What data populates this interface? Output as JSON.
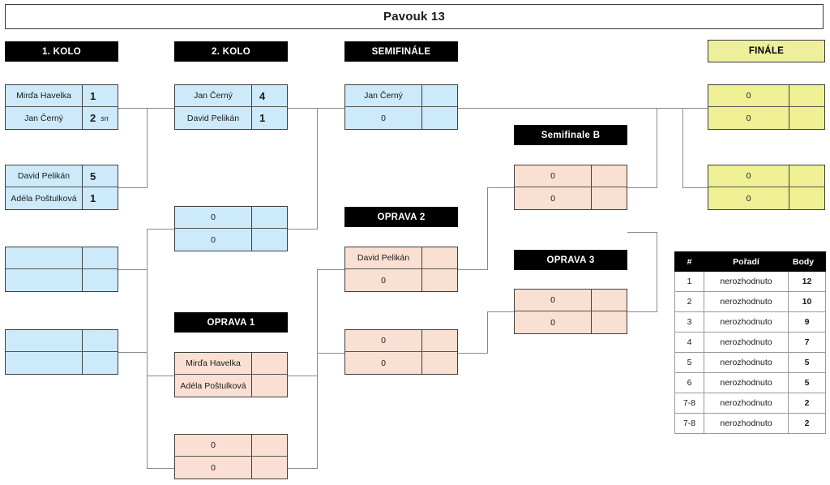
{
  "title": "Pavouk 13",
  "round_headers": [
    {
      "label": "1. KOLO"
    },
    {
      "label": "2. KOLO"
    },
    {
      "label": "SEMIFINÁLE"
    },
    {
      "label": "FINÁLE"
    },
    {
      "label": "Semifinale B"
    },
    {
      "label": "OPRAVA 1"
    },
    {
      "label": "OPRAVA 2"
    },
    {
      "label": "OPRAVA 3"
    }
  ],
  "matches": {
    "r1m1": {
      "top": {
        "name": "Mirďa Havelka",
        "score": "1",
        "note": ""
      },
      "bottom": {
        "name": "Jan Černý",
        "score": "2",
        "note": "sn"
      }
    },
    "r1m2": {
      "top": {
        "name": "David Pelikán",
        "score": "5",
        "note": ""
      },
      "bottom": {
        "name": "Adéla Poštulková",
        "score": "1",
        "note": ""
      }
    },
    "r1m3": {
      "top": {
        "name": "",
        "score": "",
        "note": ""
      },
      "bottom": {
        "name": "",
        "score": "",
        "note": ""
      }
    },
    "r1m4": {
      "top": {
        "name": "",
        "score": "",
        "note": ""
      },
      "bottom": {
        "name": "",
        "score": "",
        "note": ""
      }
    },
    "r2m1": {
      "top": {
        "name": "Jan Černý",
        "score": "4",
        "note": ""
      },
      "bottom": {
        "name": "David Pelikán",
        "score": "1",
        "note": ""
      }
    },
    "r2m2": {
      "top": {
        "name": "0",
        "score": "",
        "note": ""
      },
      "bottom": {
        "name": "0",
        "score": "",
        "note": ""
      }
    },
    "sf1": {
      "top": {
        "name": "Jan Černý",
        "score": "",
        "note": ""
      },
      "bottom": {
        "name": "0",
        "score": "",
        "note": ""
      }
    },
    "sfb": {
      "top": {
        "name": "0",
        "score": "",
        "note": ""
      },
      "bottom": {
        "name": "0",
        "score": "",
        "note": ""
      }
    },
    "fin1": {
      "top": {
        "name": "0",
        "score": "",
        "note": ""
      },
      "bottom": {
        "name": "0",
        "score": "",
        "note": ""
      }
    },
    "fin2": {
      "top": {
        "name": "0",
        "score": "",
        "note": ""
      },
      "bottom": {
        "name": "0",
        "score": "",
        "note": ""
      }
    },
    "op1m1": {
      "top": {
        "name": "Mirďa Havelka",
        "score": "",
        "note": ""
      },
      "bottom": {
        "name": "Adéla Poštulková",
        "score": "",
        "note": ""
      }
    },
    "op1m2": {
      "top": {
        "name": "0",
        "score": "",
        "note": ""
      },
      "bottom": {
        "name": "0",
        "score": "",
        "note": ""
      }
    },
    "op2m1": {
      "top": {
        "name": "David Pelikán",
        "score": "",
        "note": ""
      },
      "bottom": {
        "name": "0",
        "score": "",
        "note": ""
      }
    },
    "op2m2": {
      "top": {
        "name": "0",
        "score": "",
        "note": ""
      },
      "bottom": {
        "name": "0",
        "score": "",
        "note": ""
      }
    },
    "op3m1": {
      "top": {
        "name": "0",
        "score": "",
        "note": ""
      },
      "bottom": {
        "name": "0",
        "score": "",
        "note": ""
      }
    }
  },
  "standings": {
    "columns": [
      "#",
      "Pořadí",
      "Body"
    ],
    "rows": [
      {
        "rank": "1",
        "name": "nerozhodnuto",
        "points": "12"
      },
      {
        "rank": "2",
        "name": "nerozhodnuto",
        "points": "10"
      },
      {
        "rank": "3",
        "name": "nerozhodnuto",
        "points": "9"
      },
      {
        "rank": "4",
        "name": "nerozhodnuto",
        "points": "7"
      },
      {
        "rank": "5",
        "name": "nerozhodnuto",
        "points": "5"
      },
      {
        "rank": "6",
        "name": "nerozhodnuto",
        "points": "5"
      },
      {
        "rank": "7-8",
        "name": "nerozhodnuto",
        "points": "2"
      },
      {
        "rank": "7-8",
        "name": "nerozhodnuto",
        "points": "2"
      }
    ]
  },
  "colors": {
    "winner_bracket": "#cdeafa",
    "repechage_bracket": "#fae0d2",
    "final_bracket": "#efef94",
    "header_bar": "#000000",
    "connector_line": "#8a8a8a"
  }
}
